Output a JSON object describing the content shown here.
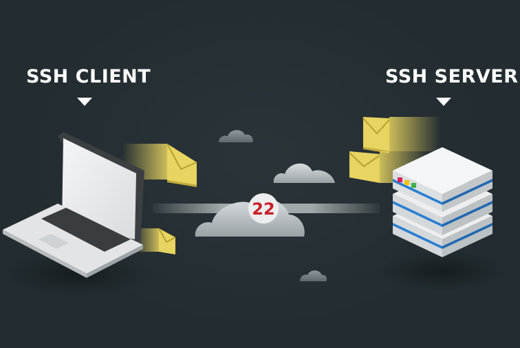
{
  "labels": {
    "client": "SSH CLIENT",
    "server": "SSH SERVER"
  },
  "port": {
    "number": "22"
  },
  "colors": {
    "background": "#232d31",
    "port_text": "#c8202a",
    "envelope": "#e8d460",
    "server_stripe": "#2a7fd0",
    "server_led_red": "#d6205a",
    "server_led_yellow": "#f2c200",
    "server_led_green": "#3db04a"
  },
  "icons": {
    "client": "laptop-icon",
    "server": "server-stack-icon",
    "packet": "envelope-icon",
    "cloud": "cloud-icon"
  }
}
